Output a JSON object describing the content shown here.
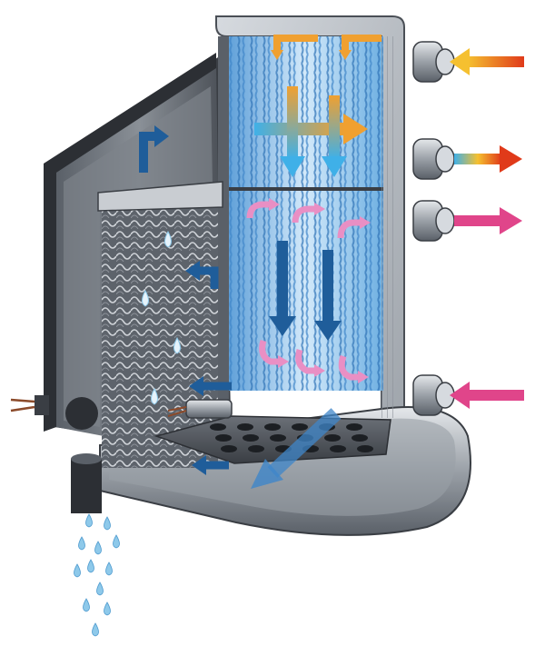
{
  "diagram": {
    "subject": "plate-heat-exchanger-dryer-cutaway",
    "colors": {
      "background": "#ffffff",
      "housing_dark": "#3a3e44",
      "housing_mid": "#6f757d",
      "housing_light": "#c9cdd2",
      "exchanger_blue": "#7fb7e6",
      "exchanger_light": "#cfe6f8",
      "arrow_dark_blue": "#1f5d9a",
      "arrow_pink": "#e98fc4",
      "arrow_orange": "#f0a030",
      "hot_in_red": "#e03a1a",
      "magenta_flow": "#e0458a",
      "water_drop": "#8ec9ea"
    },
    "ports": [
      {
        "id": "port-top",
        "flow": "in",
        "color": "hot_in_red"
      },
      {
        "id": "port-upper-mid",
        "flow": "out",
        "color": "arrow_orange"
      },
      {
        "id": "port-lower-mid",
        "flow": "out",
        "color": "magenta_flow"
      },
      {
        "id": "port-bottom",
        "flow": "in",
        "color": "magenta_flow"
      }
    ],
    "droplets_count": 12
  }
}
